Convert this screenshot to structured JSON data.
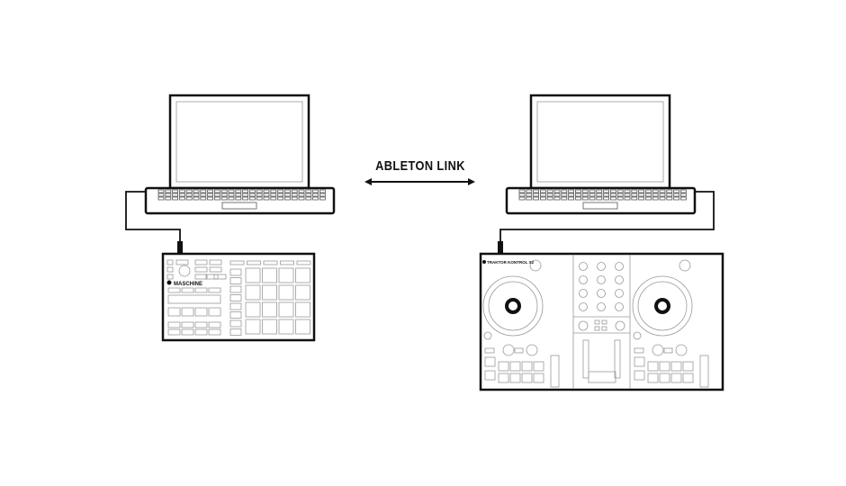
{
  "link_label": "ABLETON LINK",
  "devices": {
    "maschine_brand": "MASCHINE",
    "traktor_brand": "TRAKTOR KONTROL S2"
  },
  "colors": {
    "line": "#111111",
    "detail": "#999999",
    "background": "#ffffff"
  }
}
